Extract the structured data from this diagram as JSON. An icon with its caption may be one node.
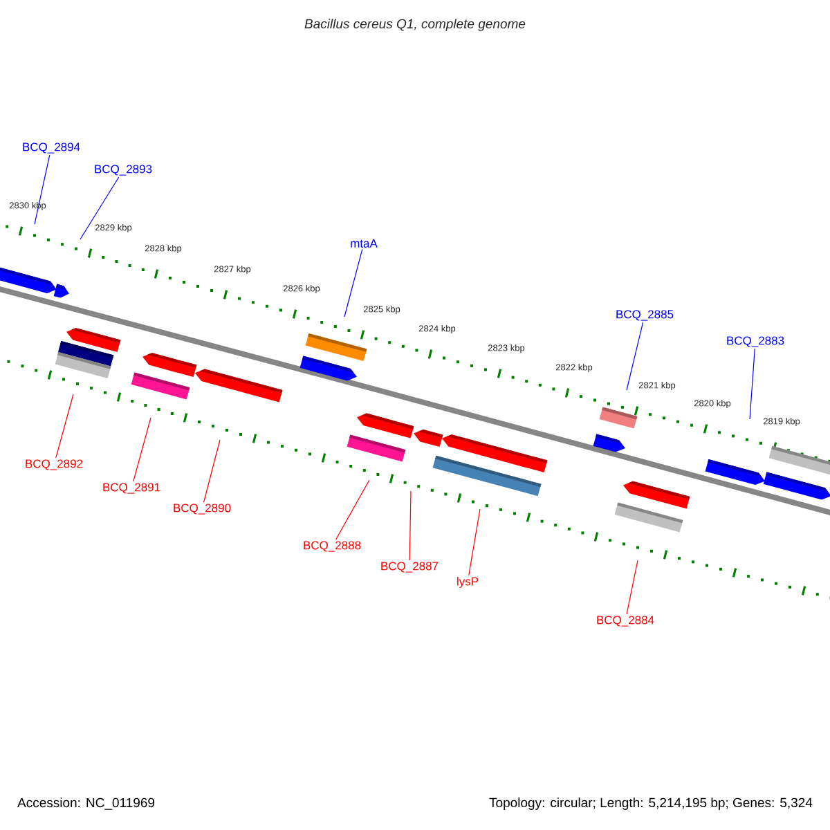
{
  "diagram": {
    "title": "Bacillus cereus Q1, complete genome",
    "nodes": [
      {
        "text": [
          "BCQ_2894"
        ]
      },
      {
        "text": [
          "BCQ_2893"
        ]
      },
      {
        "text": [
          "mtaA"
        ]
      },
      {
        "text": [
          "BCQ_2885"
        ]
      },
      {
        "text": [
          "BCQ_2883"
        ]
      },
      {
        "text": [
          "BCQ_2892"
        ]
      },
      {
        "text": [
          "BCQ_2891"
        ]
      },
      {
        "text": [
          "BCQ_2890"
        ]
      },
      {
        "text": [
          "BCQ_2888"
        ]
      },
      {
        "text": [
          "BCQ_2887"
        ]
      },
      {
        "text": [
          "lysP"
        ]
      },
      {
        "text": [
          "BCQ_2884"
        ]
      }
    ],
    "edges": [
      {
        "from": 0,
        "to": null,
        "arrow": "none",
        "color": "#0000ff"
      },
      {
        "from": 1,
        "to": null,
        "arrow": "none",
        "color": "#0000ff"
      },
      {
        "from": 2,
        "to": null,
        "arrow": "none",
        "color": "#0000ff"
      },
      {
        "from": 3,
        "to": null,
        "arrow": "none",
        "color": "#0000ff"
      },
      {
        "from": 4,
        "to": null,
        "arrow": "none",
        "color": "#0000ff"
      },
      {
        "from": 5,
        "to": null,
        "arrow": "none"
      },
      {
        "from": 6,
        "to": null,
        "arrow": "none"
      },
      {
        "from": 7,
        "to": null,
        "arrow": "none"
      },
      {
        "from": 8,
        "to": null,
        "arrow": "none"
      },
      {
        "from": 9,
        "to": null,
        "arrow": "none"
      },
      {
        "from": 10,
        "to": null,
        "arrow": "none"
      },
      {
        "from": 11,
        "to": null,
        "arrow": "none"
      }
    ],
    "labels": [
      "2830 kbp",
      "2829 kbp",
      "2828 kbp",
      "2827 kbp",
      "2826 kbp",
      "2825 kbp",
      "2824 kbp",
      "2823 kbp",
      "2822 kbp",
      "2821 kbp",
      "2820 kbp",
      "2819 kbp",
      "Accession: NC_011969",
      "Topology: circular; Length: 5,214,195 bp; Genes: 5,324"
    ]
  }
}
